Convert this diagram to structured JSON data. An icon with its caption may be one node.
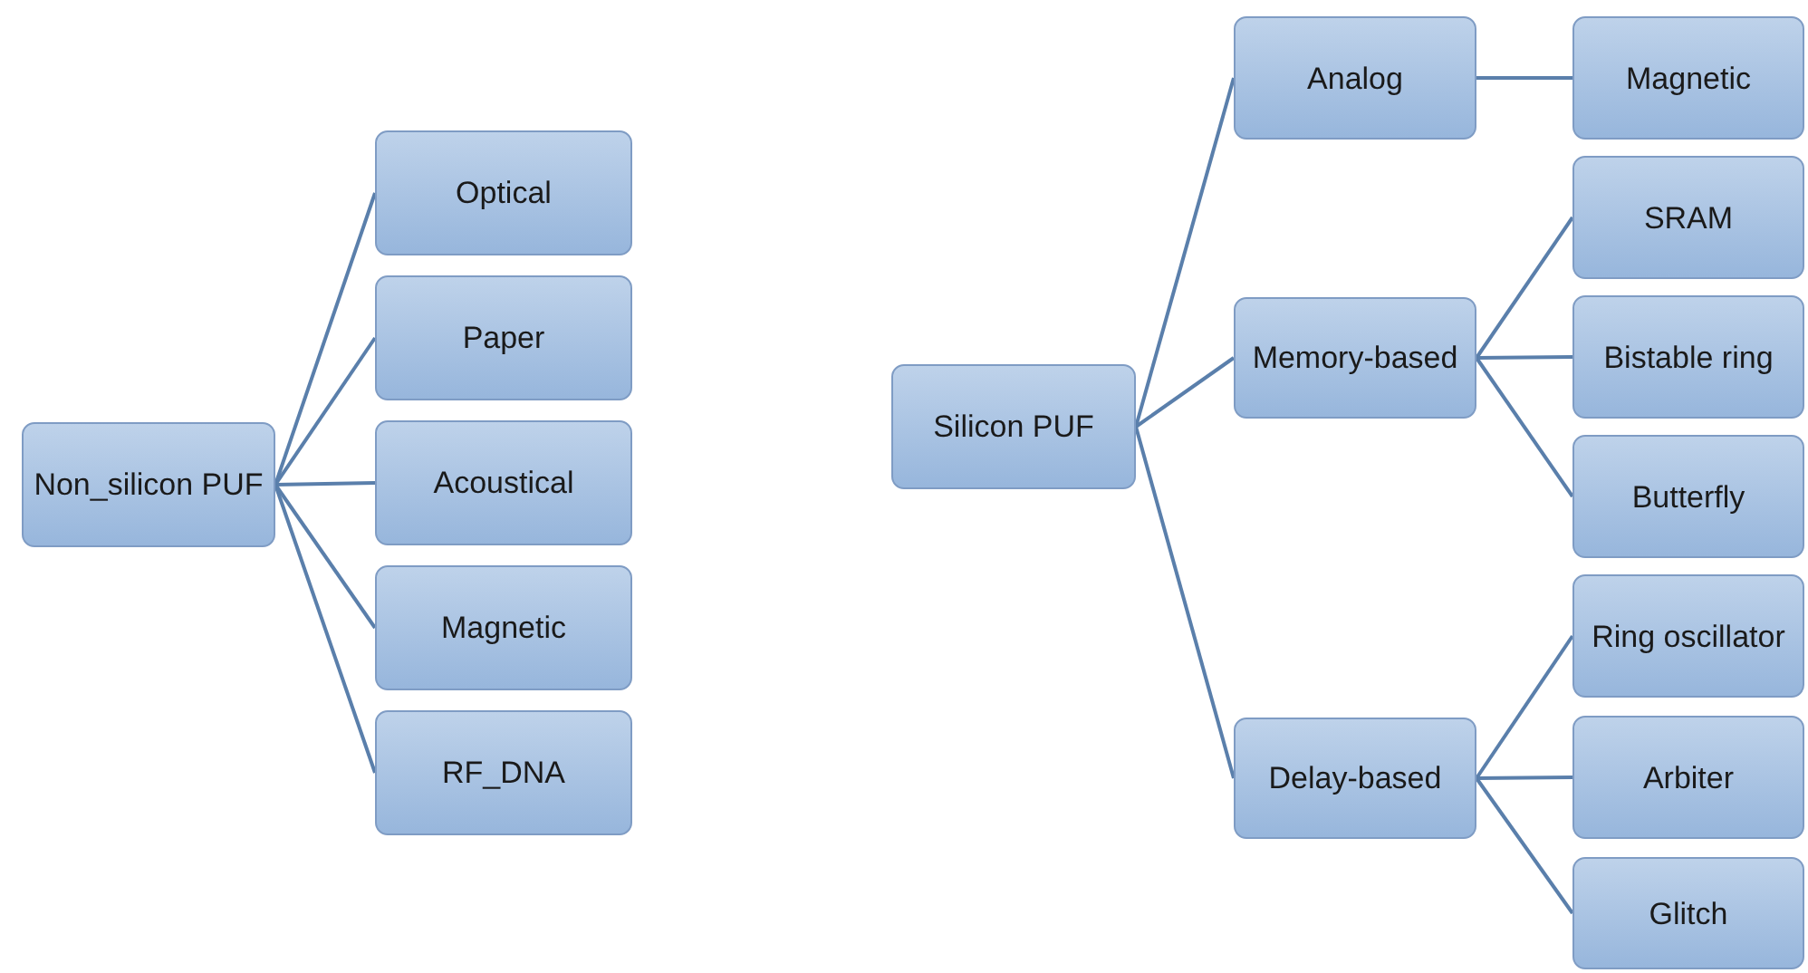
{
  "diagram": {
    "nodes": [
      {
        "text": [
          "Non_silicon PUF"
        ]
      },
      {
        "text": [
          "Optical"
        ]
      },
      {
        "text": [
          "Paper"
        ]
      },
      {
        "text": [
          "Acoustical"
        ]
      },
      {
        "text": [
          "Magnetic"
        ]
      },
      {
        "text": [
          "RF_DNA"
        ]
      },
      {
        "text": [
          "Silicon PUF"
        ]
      },
      {
        "text": [
          "Analog"
        ]
      },
      {
        "text": [
          "Magnetic"
        ]
      },
      {
        "text": [
          "Memory-based"
        ]
      },
      {
        "text": [
          "SRAM"
        ]
      },
      {
        "text": [
          "Bistable ring"
        ]
      },
      {
        "text": [
          "Butterfly"
        ]
      },
      {
        "text": [
          "Delay-based"
        ]
      },
      {
        "text": [
          "Ring oscillator"
        ]
      },
      {
        "text": [
          "Arbiter"
        ]
      },
      {
        "text": [
          "Glitch"
        ]
      }
    ],
    "edges": [
      {
        "from": 0,
        "to": 1,
        "arrow": "none"
      },
      {
        "from": 0,
        "to": 2,
        "arrow": "none"
      },
      {
        "from": 0,
        "to": 3,
        "arrow": "none"
      },
      {
        "from": 0,
        "to": 4,
        "arrow": "none"
      },
      {
        "from": 0,
        "to": 5,
        "arrow": "none"
      },
      {
        "from": 6,
        "to": 7,
        "arrow": "none"
      },
      {
        "from": 7,
        "to": 8,
        "arrow": "none"
      },
      {
        "from": 6,
        "to": 9,
        "arrow": "none"
      },
      {
        "from": 9,
        "to": 10,
        "arrow": "none"
      },
      {
        "from": 9,
        "to": 11,
        "arrow": "none"
      },
      {
        "from": 9,
        "to": 12,
        "arrow": "none"
      },
      {
        "from": 6,
        "to": 13,
        "arrow": "none"
      },
      {
        "from": 13,
        "to": 14,
        "arrow": "none"
      },
      {
        "from": 13,
        "to": 15,
        "arrow": "none"
      },
      {
        "from": 13,
        "to": 16,
        "arrow": "none"
      }
    ]
  }
}
